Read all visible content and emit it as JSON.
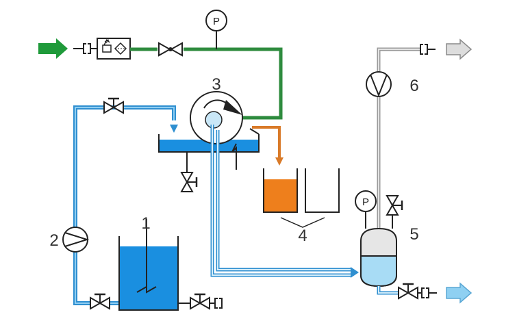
{
  "labels": {
    "tank": "1",
    "pump": "2",
    "rotor": "3",
    "collectors": "4",
    "separator": "5",
    "vacuum_pump": "6"
  },
  "gauges": {
    "gas_line": "P",
    "separator": "P"
  },
  "colors": {
    "liquid_line": "#2f8fd0",
    "liquid_line_core": "#8ecdf2",
    "tank_liquid": "#1a8fe0",
    "gas_line": "#2e8b3e",
    "gas_arrow": "#1f9a3a",
    "product_line": "#d97a28",
    "collector_fill": "#ee7f1c",
    "vacuum_line": "#c8c8c8",
    "separator_liquid": "#a8dcf5",
    "outlet_arrow_gas": "#dddddd",
    "outlet_arrow_liquid": "#8fd0f2",
    "outline": "#222222"
  },
  "icons": [
    "inlet-arrow-icon",
    "filter-regulator-icon",
    "check-valve-icon",
    "pressure-gauge-icon",
    "ball-valve-icon",
    "pump-icon",
    "vacuum-pump-icon",
    "outlet-arrow-icon"
  ]
}
